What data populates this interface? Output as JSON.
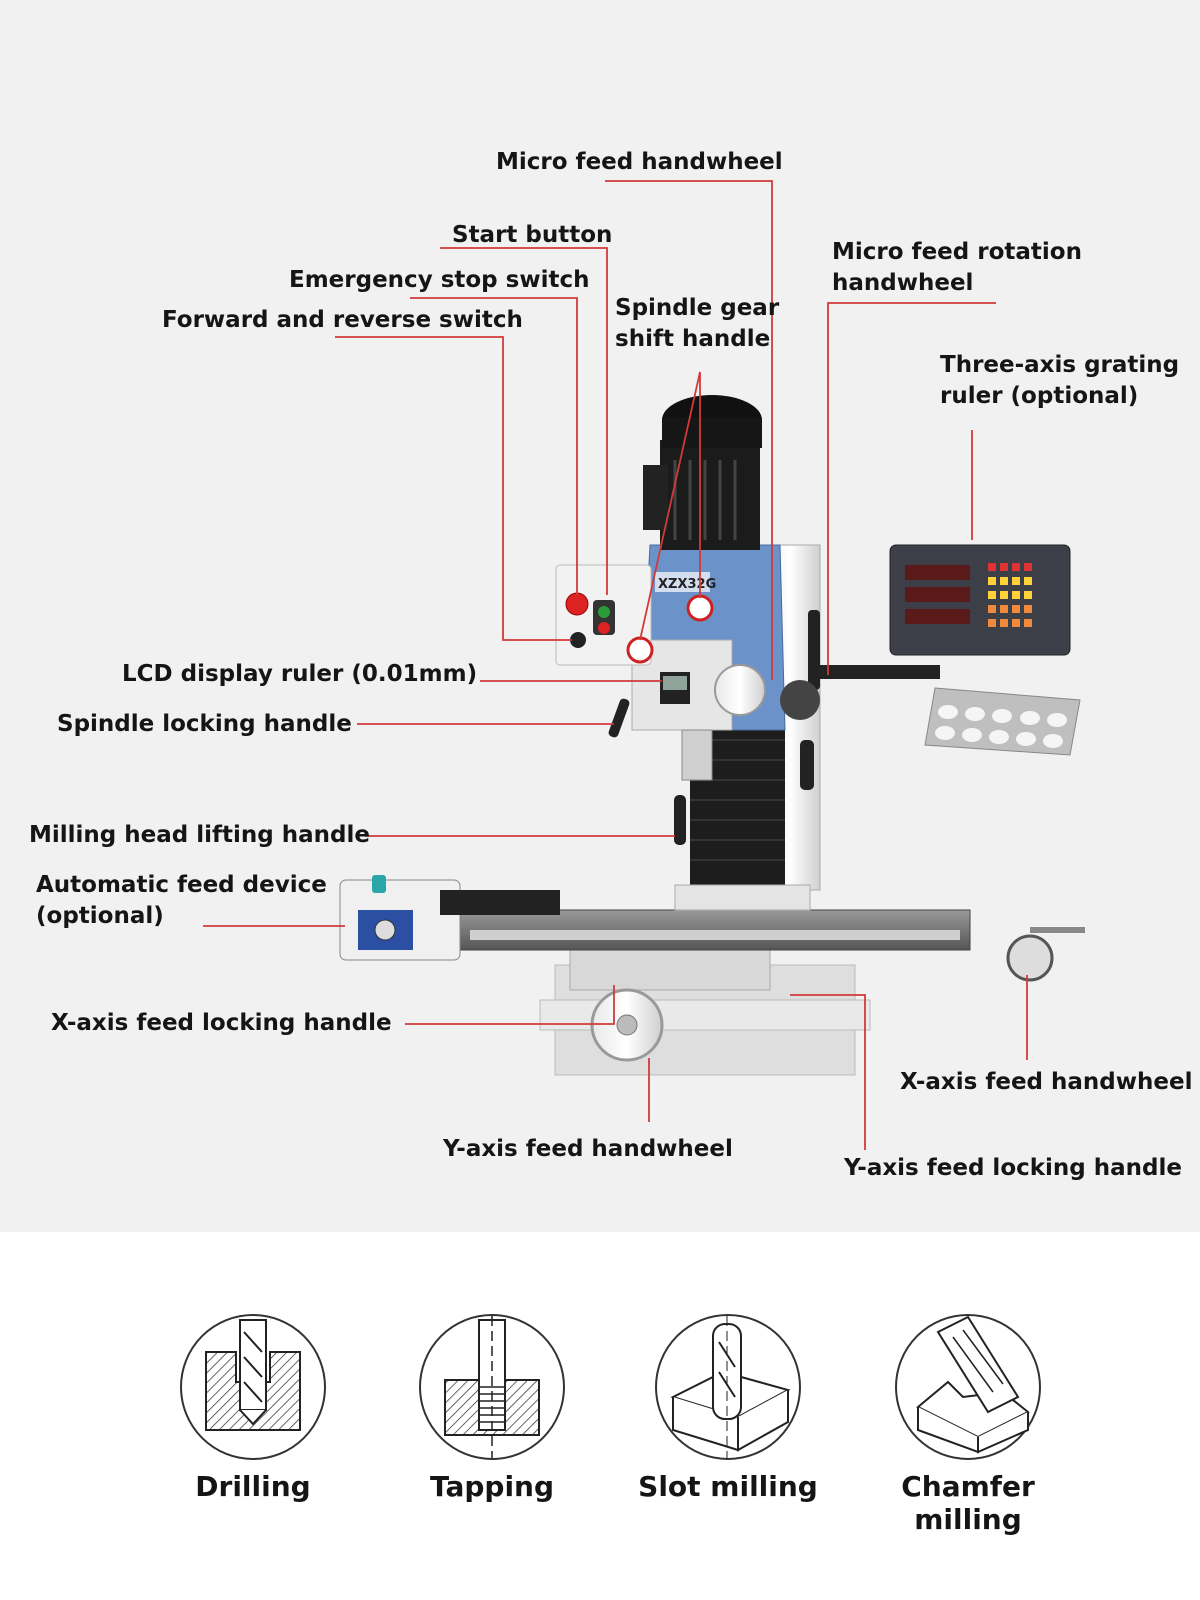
{
  "callouts": {
    "micro_feed_handwheel": "Micro feed handwheel",
    "start_button": "Start button",
    "emergency_stop_switch": "Emergency stop switch",
    "forward_reverse_switch": "Forward and reverse switch",
    "spindle_gear_shift_handle_1": "Spindle gear",
    "spindle_gear_shift_handle_2": "shift handle",
    "micro_feed_rotation_handwheel_1": "Micro feed rotation",
    "micro_feed_rotation_handwheel_2": "handwheel",
    "three_axis_grating_ruler_1": "Three-axis grating",
    "three_axis_grating_ruler_2": "ruler (optional)",
    "lcd_display_ruler": "LCD display ruler (0.01mm)",
    "spindle_locking_handle": "Spindle locking handle",
    "milling_head_lifting_handle": "Milling head lifting handle",
    "automatic_feed_device_1": "Automatic feed device",
    "automatic_feed_device_2": "(optional)",
    "x_axis_feed_locking_handle": "X-axis feed locking handle",
    "x_axis_feed_handwheel": "X-axis feed handwheel",
    "y_axis_feed_handwheel": "Y-axis feed handwheel",
    "y_axis_feed_locking_handle": "Y-axis feed locking handle"
  },
  "machine": {
    "model_plate": "XZX32G"
  },
  "colors": {
    "leader_line": "#d23a3a",
    "column_blue": "#6b93c9",
    "text": "#151515"
  },
  "operations": [
    {
      "label": "Drilling",
      "icon": "drilling-icon"
    },
    {
      "label": "Tapping",
      "icon": "tapping-icon"
    },
    {
      "label": "Slot milling",
      "icon": "slot-milling-icon"
    },
    {
      "label": "Chamfer milling",
      "icon": "chamfer-milling-icon"
    }
  ]
}
